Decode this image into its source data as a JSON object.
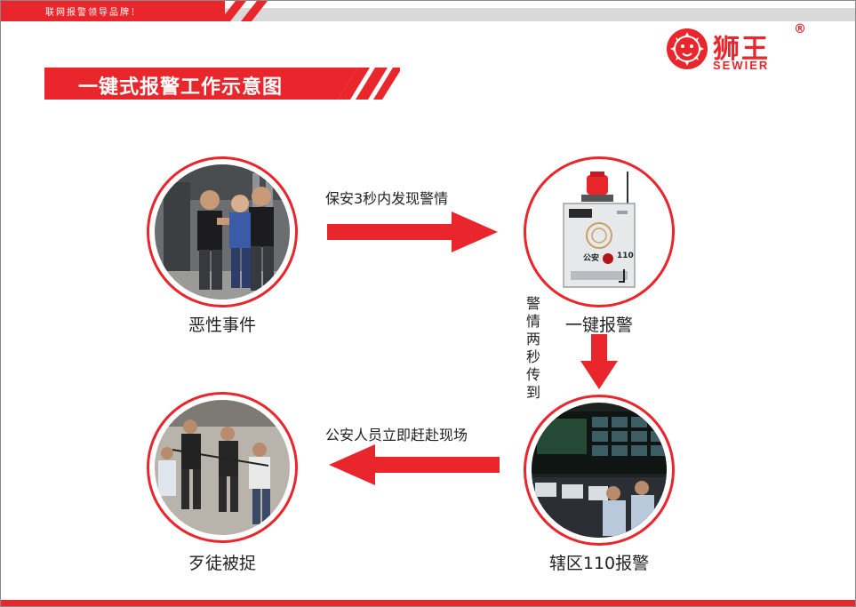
{
  "banner": {
    "tagline": "联网报警领导品牌！"
  },
  "brand": {
    "name_cn": "狮王",
    "name_en": "SEWIER",
    "reg_mark": "®"
  },
  "title": "一键式报警工作示意图",
  "nodes": {
    "incident": "恶性事件",
    "alarm": "一键报警",
    "police_center": "辖区110报警",
    "arrest": "歹徒被捉"
  },
  "arrows": {
    "top": "保安3秒内发现警情",
    "right": "警情两秒传到",
    "bottom": "公安人员立即赶赴现场"
  },
  "device": {
    "badge_text": "公安",
    "number": "110"
  },
  "colors": {
    "accent": "#e8262c",
    "grey": "#d9d9d9"
  }
}
